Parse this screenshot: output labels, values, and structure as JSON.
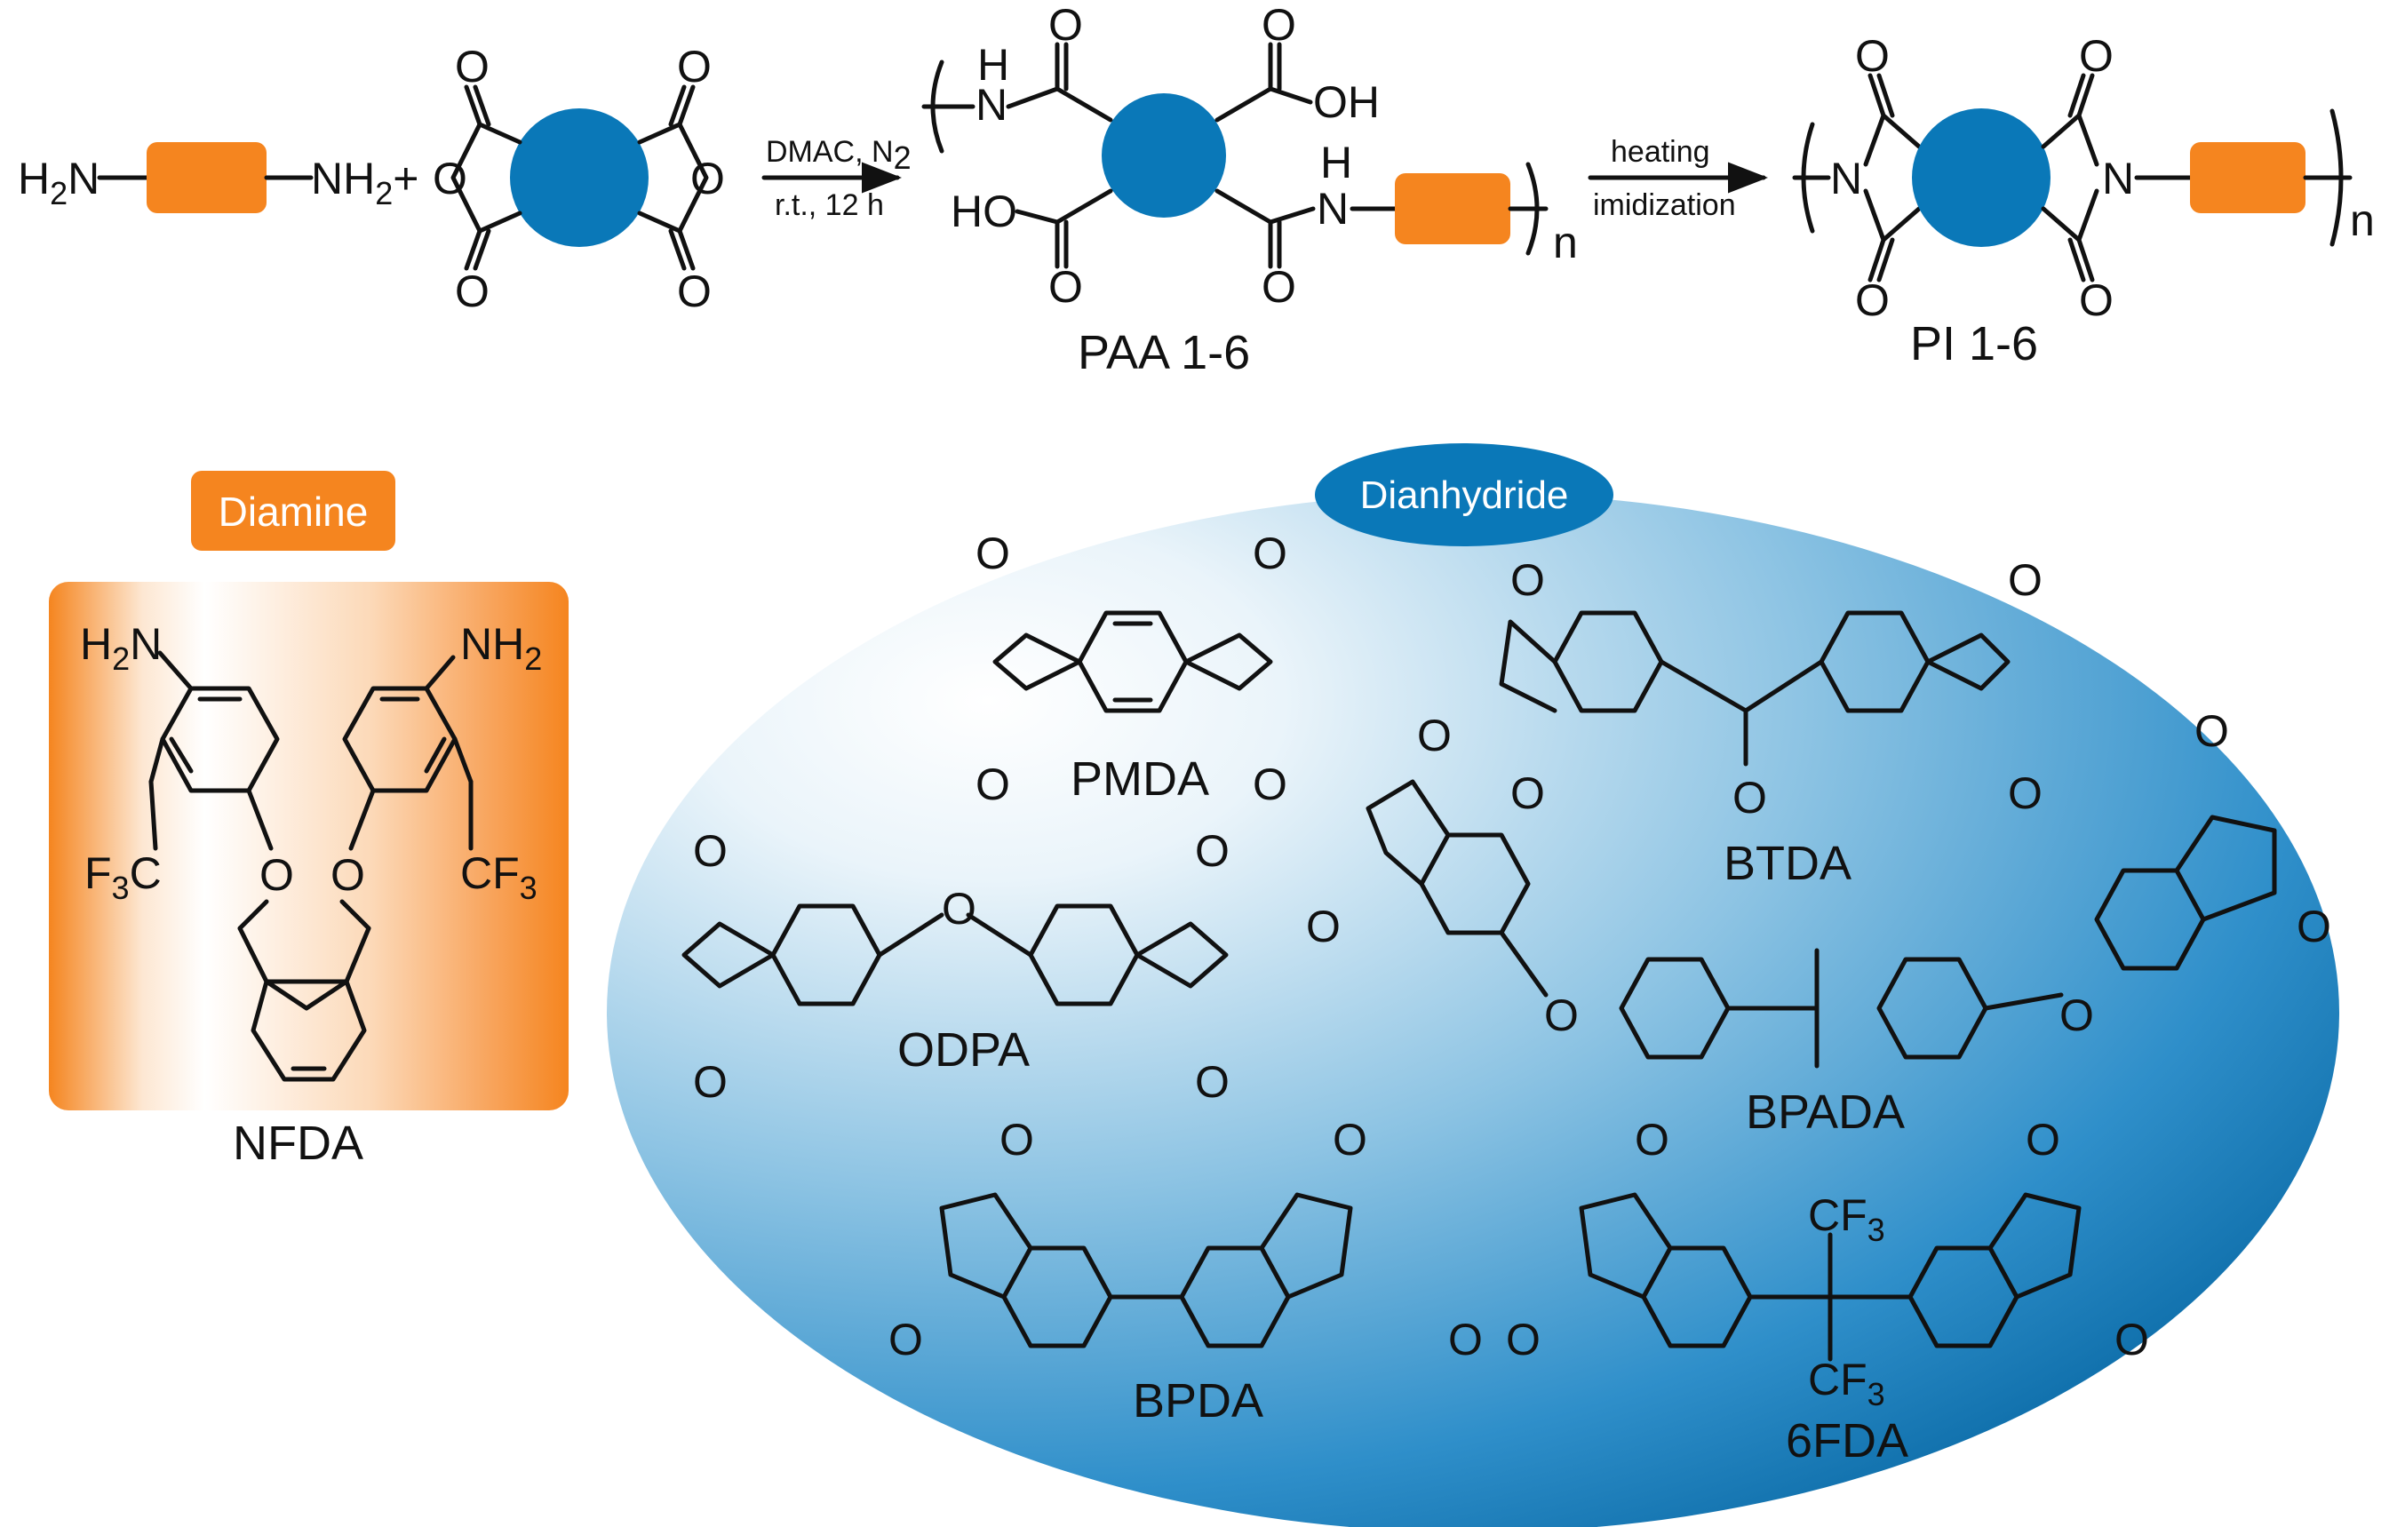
{
  "colors": {
    "diamine_orange": "#f5851f",
    "dianhydride_blue": "#0a78b8",
    "bond": "#111111",
    "background": "#ffffff"
  },
  "scheme": {
    "reactant_diamine_left": "H2N",
    "reactant_diamine_right": "NH2",
    "plus": "+",
    "anhydride_oxygen": "O",
    "carbonyl_oxygen": "O",
    "step1_conditions_line1": "DMAC, N2",
    "step1_conditions_line2": "r.t., 12 h",
    "step2_conditions_line1": "heating",
    "step2_conditions_line2": "imidization",
    "paa_nh": "H",
    "paa_n": "N",
    "paa_oh": "OH",
    "paa_ho": "HO",
    "repeat_n": "n",
    "imide_n": "N",
    "product_paa_label": "PAA 1-6",
    "product_pi_label": "PI 1-6"
  },
  "diamine": {
    "badge": "Diamine",
    "name": "NFDA",
    "nh2_left": "H2N",
    "nh2_right": "NH2",
    "cf3_left": "F3C",
    "cf3_right": "CF3",
    "ether_o": "O"
  },
  "dianhydride": {
    "badge": "Dianhydride",
    "compounds": [
      {
        "name": "PMDA"
      },
      {
        "name": "BTDA"
      },
      {
        "name": "ODPA"
      },
      {
        "name": "BPADA"
      },
      {
        "name": "BPDA"
      },
      {
        "name": "6FDA"
      }
    ],
    "cf3_label": "CF3"
  }
}
